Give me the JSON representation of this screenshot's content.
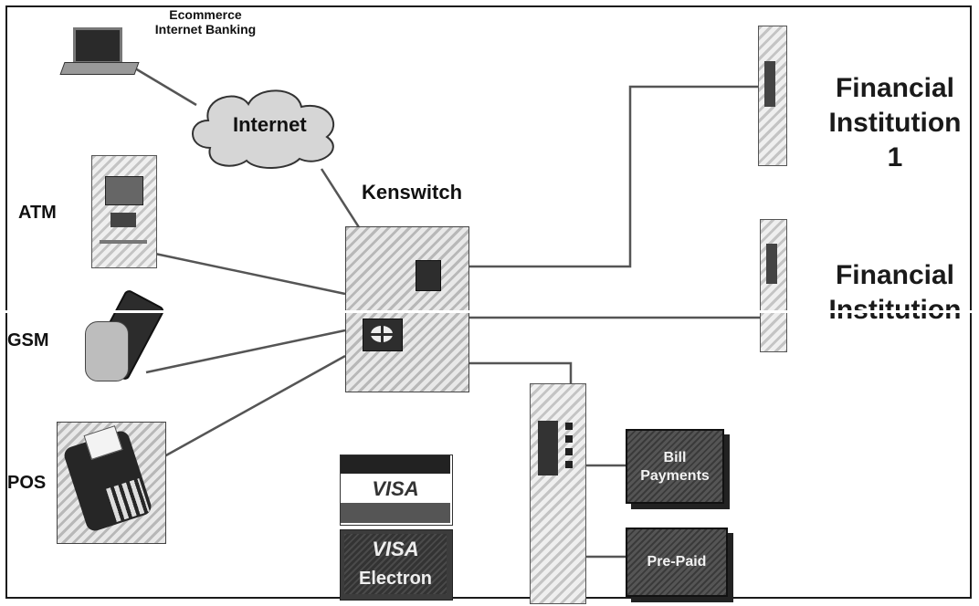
{
  "labels": {
    "ecommerce": "Ecommerce",
    "internet_banking": "Internet Banking",
    "internet": "Internet",
    "kenswitch": "Kenswitch",
    "atm": "ATM",
    "gsm": "GSM",
    "pos": "POS",
    "fi1_line1": "Financial",
    "fi1_line2": "Institution",
    "fi1_line3": "1",
    "fi2_line1": "Financial",
    "fi2_line2": "Institution",
    "bill_line1": "Bill",
    "bill_line2": "Payments",
    "prepaid": "Pre-Paid",
    "visa": "VISA",
    "visa_electron_line1": "VISA",
    "visa_electron_line2": "Electron"
  },
  "icons": [
    "computer-icon",
    "cloud-icon",
    "atm-icon",
    "mobile-phone-icon",
    "pos-terminal-icon",
    "server-icon",
    "visa-card-icon",
    "visa-electron-card-icon"
  ]
}
